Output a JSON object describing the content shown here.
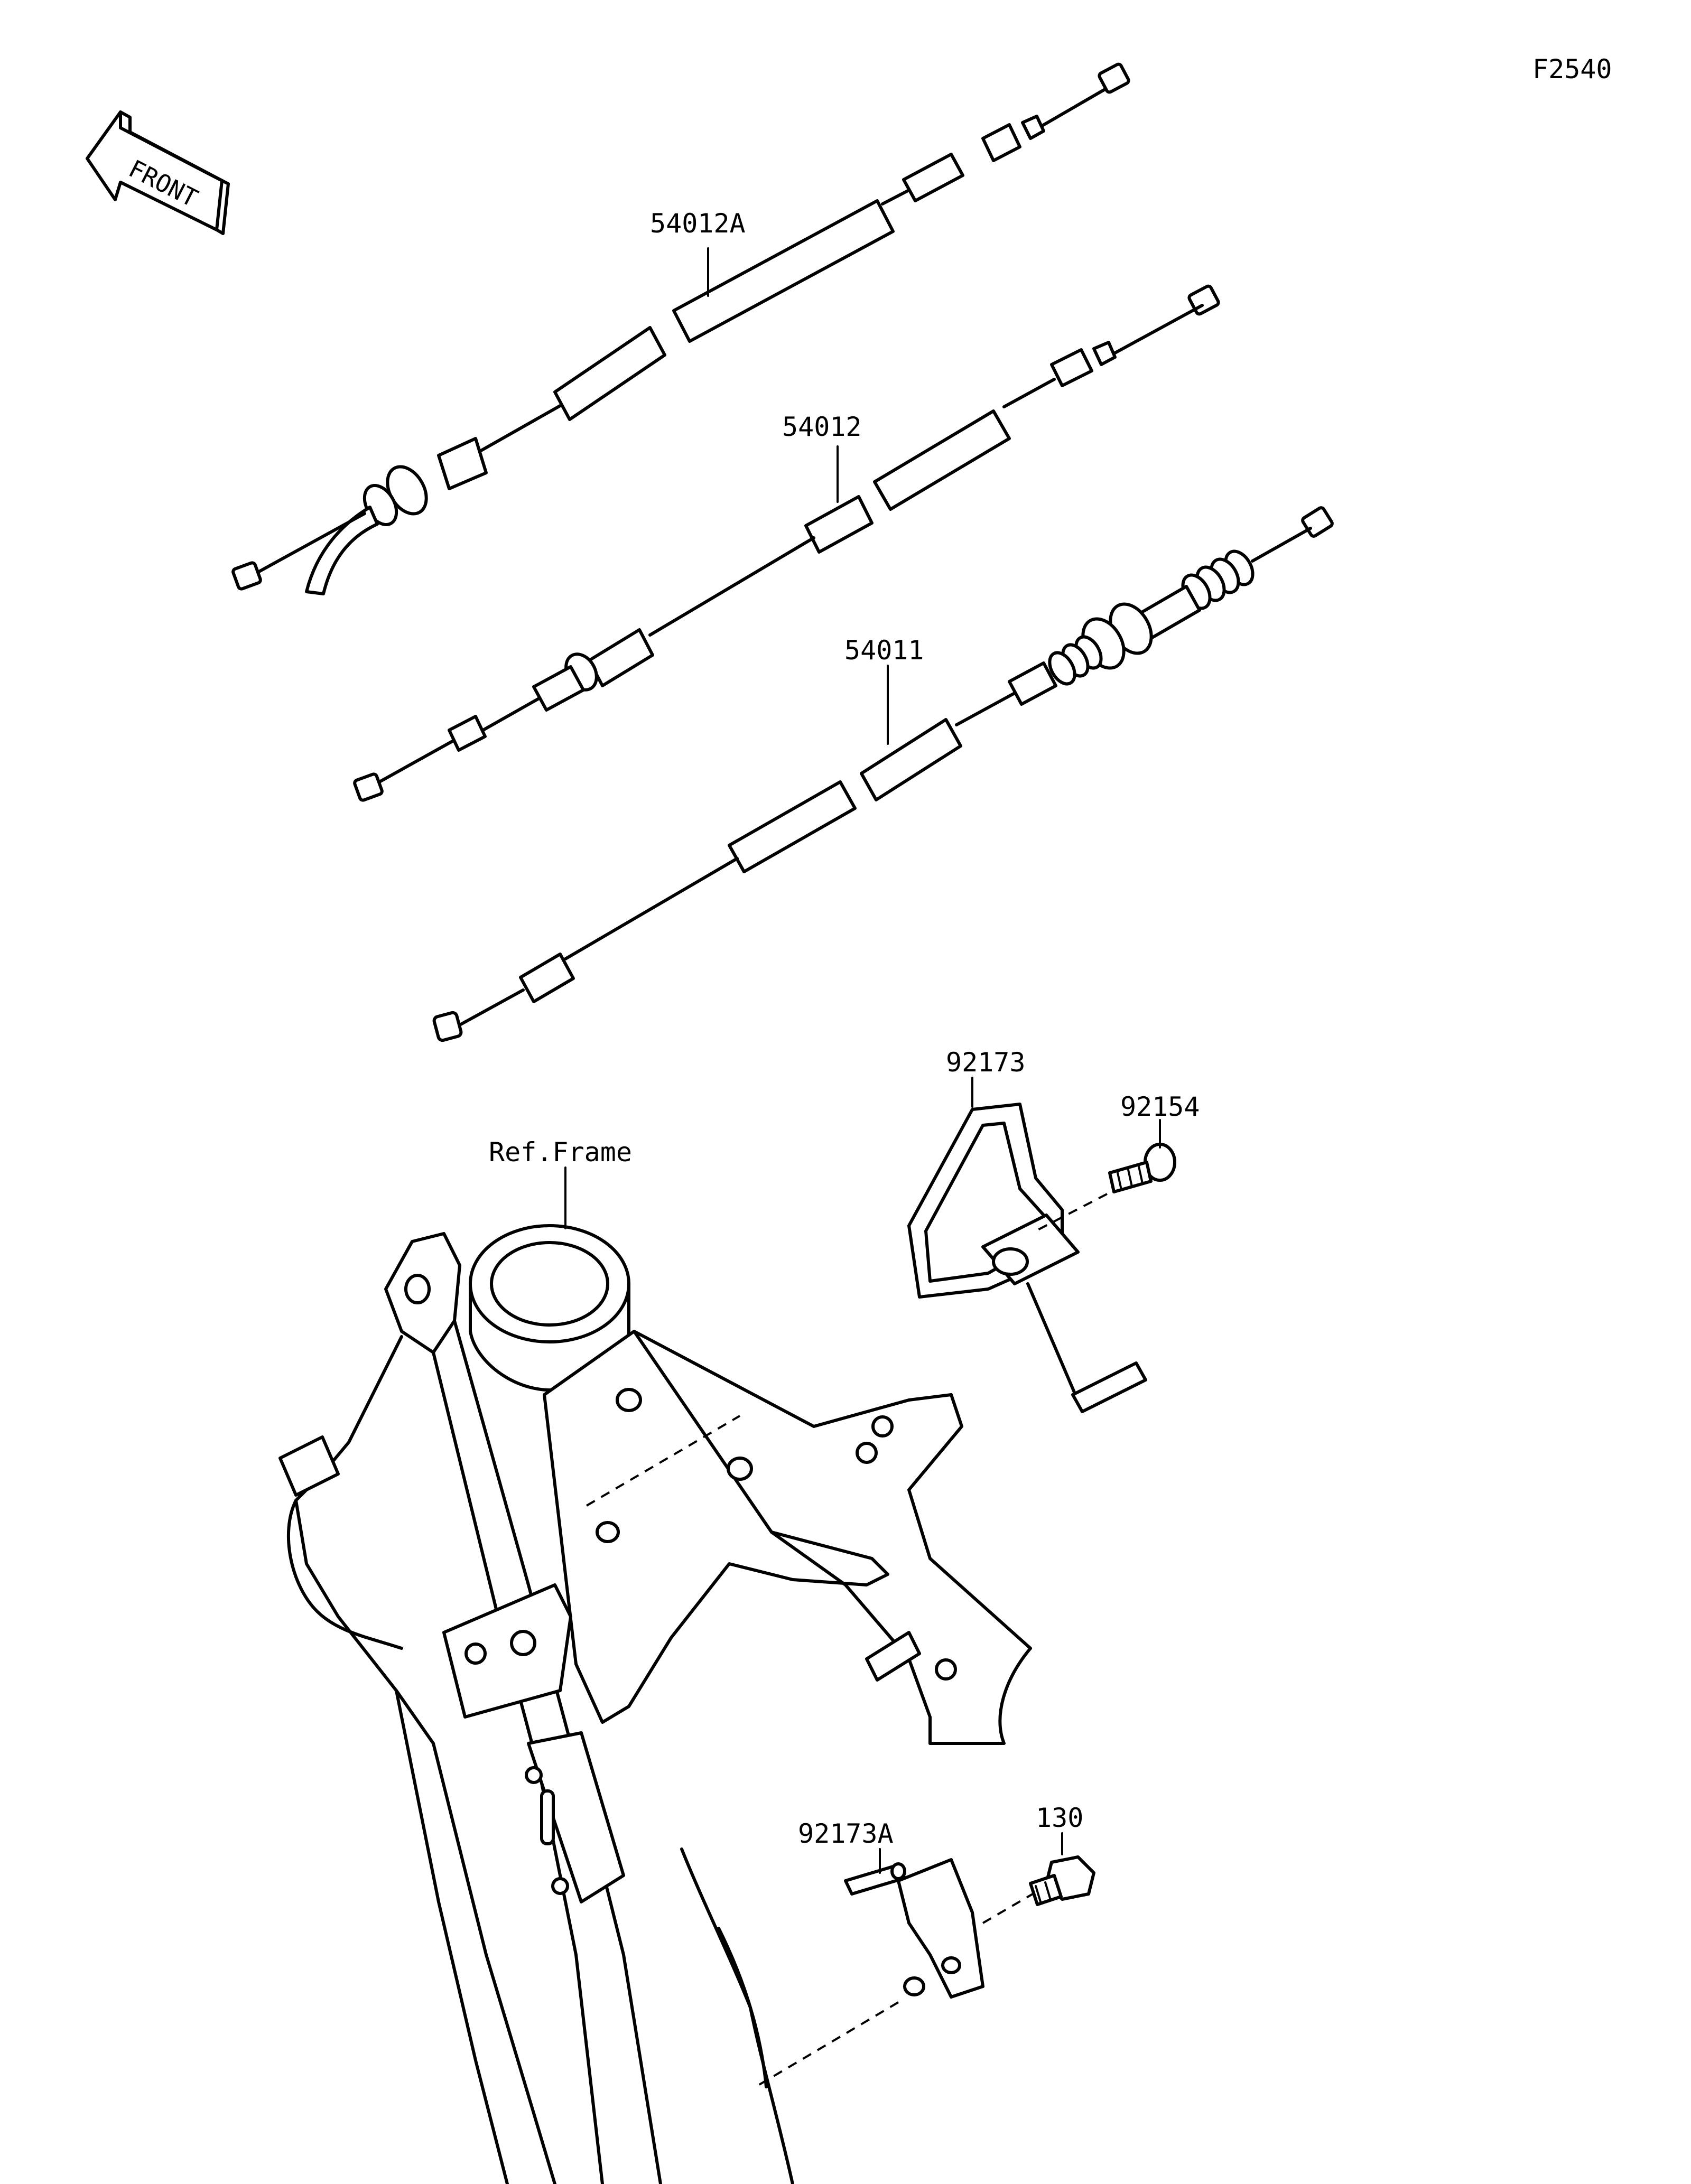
{
  "figure_code": "F2540",
  "front_label": "FRONT",
  "parts": [
    {
      "id": "cable-54012a",
      "number": "54012A"
    },
    {
      "id": "cable-54012",
      "number": "54012"
    },
    {
      "id": "cable-54011",
      "number": "54011"
    },
    {
      "id": "clamp-92173",
      "number": "92173"
    },
    {
      "id": "screw-92154",
      "number": "92154"
    },
    {
      "id": "ref-frame",
      "number": "Ref.Frame"
    },
    {
      "id": "clamp-92173a",
      "number": "92173A"
    },
    {
      "id": "bolt-130",
      "number": "130"
    }
  ]
}
